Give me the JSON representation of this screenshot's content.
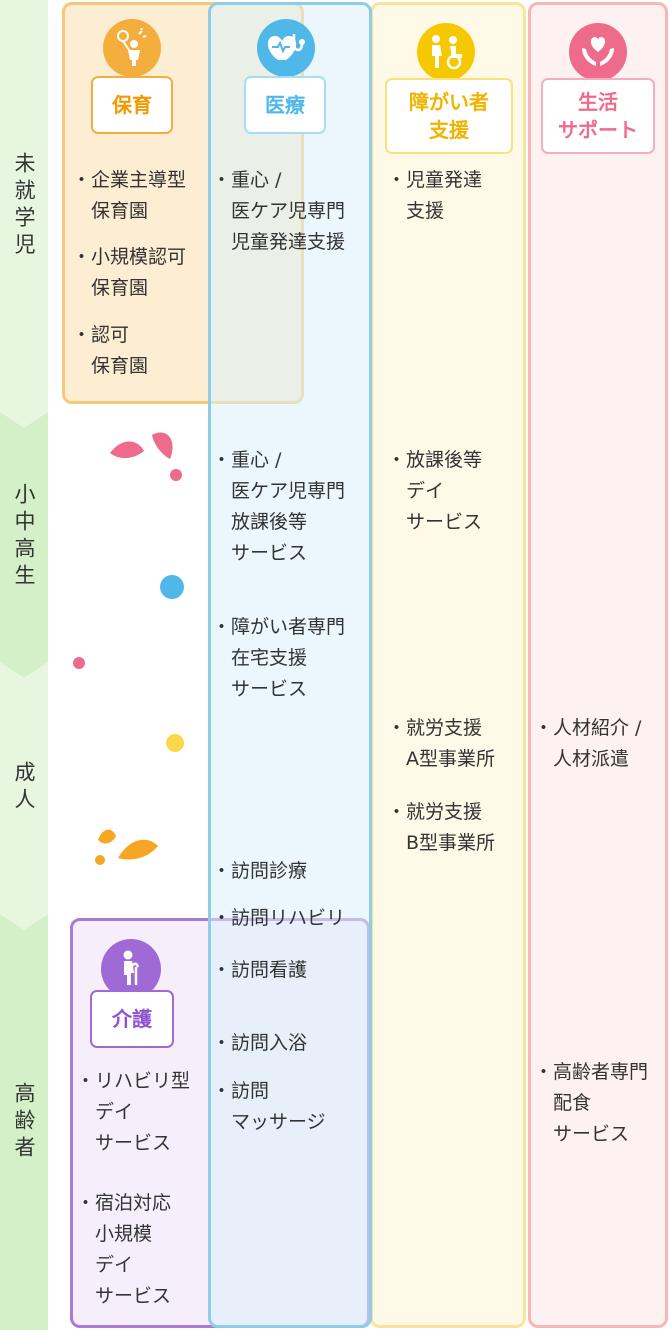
{
  "age_groups": [
    {
      "label": "未就学児"
    },
    {
      "label": "小中高生"
    },
    {
      "label": "成人"
    },
    {
      "label": "高齢者"
    }
  ],
  "categories": {
    "hoiku": {
      "label": "保育",
      "color": "#f4ae3d",
      "icon": "child-balloon-icon"
    },
    "iryo": {
      "label": "医療",
      "color": "#4fb8e8",
      "icon": "stethoscope-heart-icon"
    },
    "shogai": {
      "label": "障がい者\n支援",
      "color": "#f6c800",
      "icon": "wheelchair-support-icon"
    },
    "seikatsu": {
      "label": "生活\nサポート",
      "color": "#ee6b8c",
      "icon": "heart-hands-icon"
    },
    "kaigo": {
      "label": "介護",
      "color": "#a06ad6",
      "icon": "elder-cane-icon"
    }
  },
  "items": {
    "hoiku_1": "企業主導型\n保育園",
    "hoiku_2": "小規模認可\n保育園",
    "hoiku_3": "認可\n保育園",
    "iryo_1": "重心 /\n医ケア児専門\n児童発達支援",
    "iryo_2": "重心 /\n医ケア児専門\n放課後等\nサービス",
    "iryo_3": "障がい者専門\n在宅支援\nサービス",
    "iryo_4": "訪問診療",
    "iryo_5": "訪問リハビリ",
    "iryo_6": "訪問看護",
    "iryo_7": "訪問入浴",
    "iryo_8": "訪問\nマッサージ",
    "shogai_1": "児童発達\n支援",
    "shogai_2": "放課後等\nデイ\nサービス",
    "shogai_3": "就労支援\nA型事業所",
    "shogai_4": "就労支援\nB型事業所",
    "seikatsu_1": "人材紹介 /\n人材派遣",
    "seikatsu_2": "高齢者専門\n配食\nサービス",
    "kaigo_1": "リハビリ型\nデイ\nサービス",
    "kaigo_2": "宿泊対応\n小規模\nデイ\nサービス"
  }
}
